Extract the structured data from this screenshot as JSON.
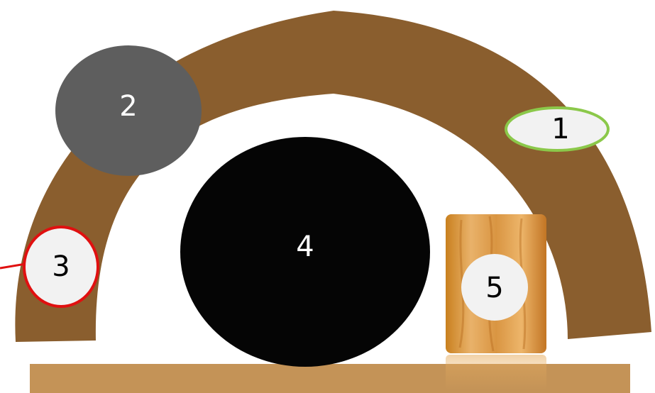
{
  "markers": [
    {
      "id": "1",
      "label": "1",
      "style": "white oval, green outline"
    },
    {
      "id": "2",
      "label": "2",
      "style": "gray oval"
    },
    {
      "id": "3",
      "label": "3",
      "style": "white oval, red outline, leader line"
    },
    {
      "id": "4",
      "label": "4",
      "style": "black oval"
    },
    {
      "id": "5",
      "label": "5",
      "style": "white circle on wood block"
    }
  ],
  "colors": {
    "arch": "#8a5e2e",
    "shelf": "#c49357",
    "gray_oval": "#5e5e5e",
    "black_oval": "#050505",
    "green_outline": "#8bc84a",
    "red_outline": "#e01010",
    "wood_light": "#e7ad5f",
    "wood_dark": "#c07424",
    "marker_fill": "#f2f2f2"
  },
  "icons": [
    "wood-block-icon"
  ]
}
